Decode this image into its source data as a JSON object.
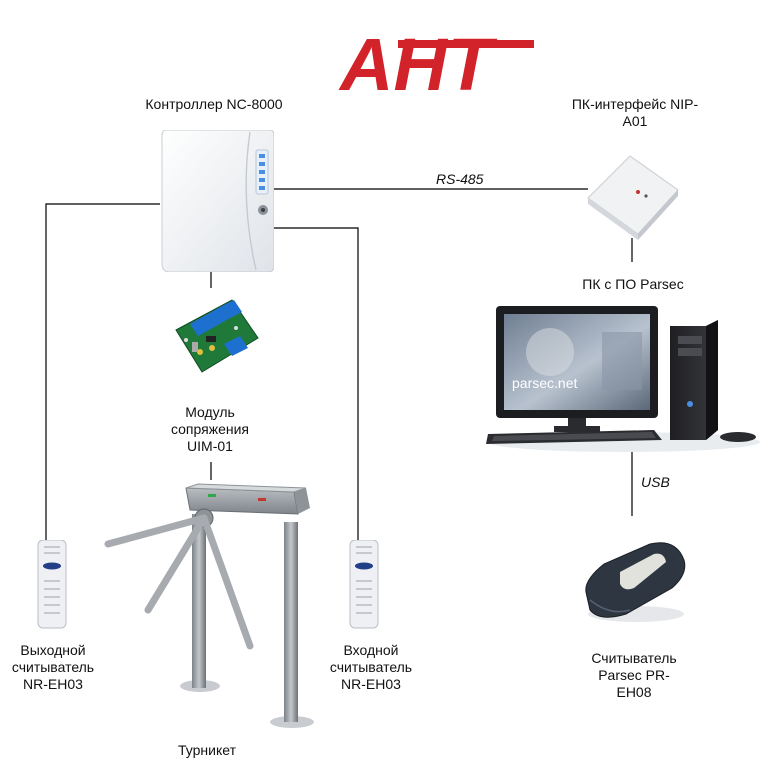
{
  "brand": {
    "logo_text": "АНТ",
    "color": "#d2232a"
  },
  "components": {
    "controller": {
      "label": "Контроллер NC-8000"
    },
    "pc_interface": {
      "label_line1": "ПК-интерфейс NIP-",
      "label_line2": "A01"
    },
    "pc": {
      "label": "ПК с ПО Parsec",
      "screen_brand": "parsec.net"
    },
    "module": {
      "label_line1": "Модуль",
      "label_line2": "сопряжения",
      "label_line3": "UIM-01"
    },
    "exit_reader": {
      "label_line1": "Выходной",
      "label_line2": "считыватель",
      "label_line3": "NR-EH03"
    },
    "entry_reader": {
      "label_line1": "Входной",
      "label_line2": "считыватель",
      "label_line3": "NR-EH03"
    },
    "turnstile": {
      "label": "Турникет"
    },
    "desk_reader": {
      "label_line1": "Считыватель",
      "label_line2": "Parsec PR-",
      "label_line3": "EH08"
    }
  },
  "connections": {
    "rs485": "RS-485",
    "usb": "USB"
  },
  "colors": {
    "line": "#000000",
    "device_white": "#f3f4f6",
    "led_blue": "#4a8fe0",
    "pcb_green": "#1f7a3a",
    "terminal_blue": "#1d6fd0",
    "steel": "#9aa0a6",
    "dark_steel": "#6b7075"
  }
}
